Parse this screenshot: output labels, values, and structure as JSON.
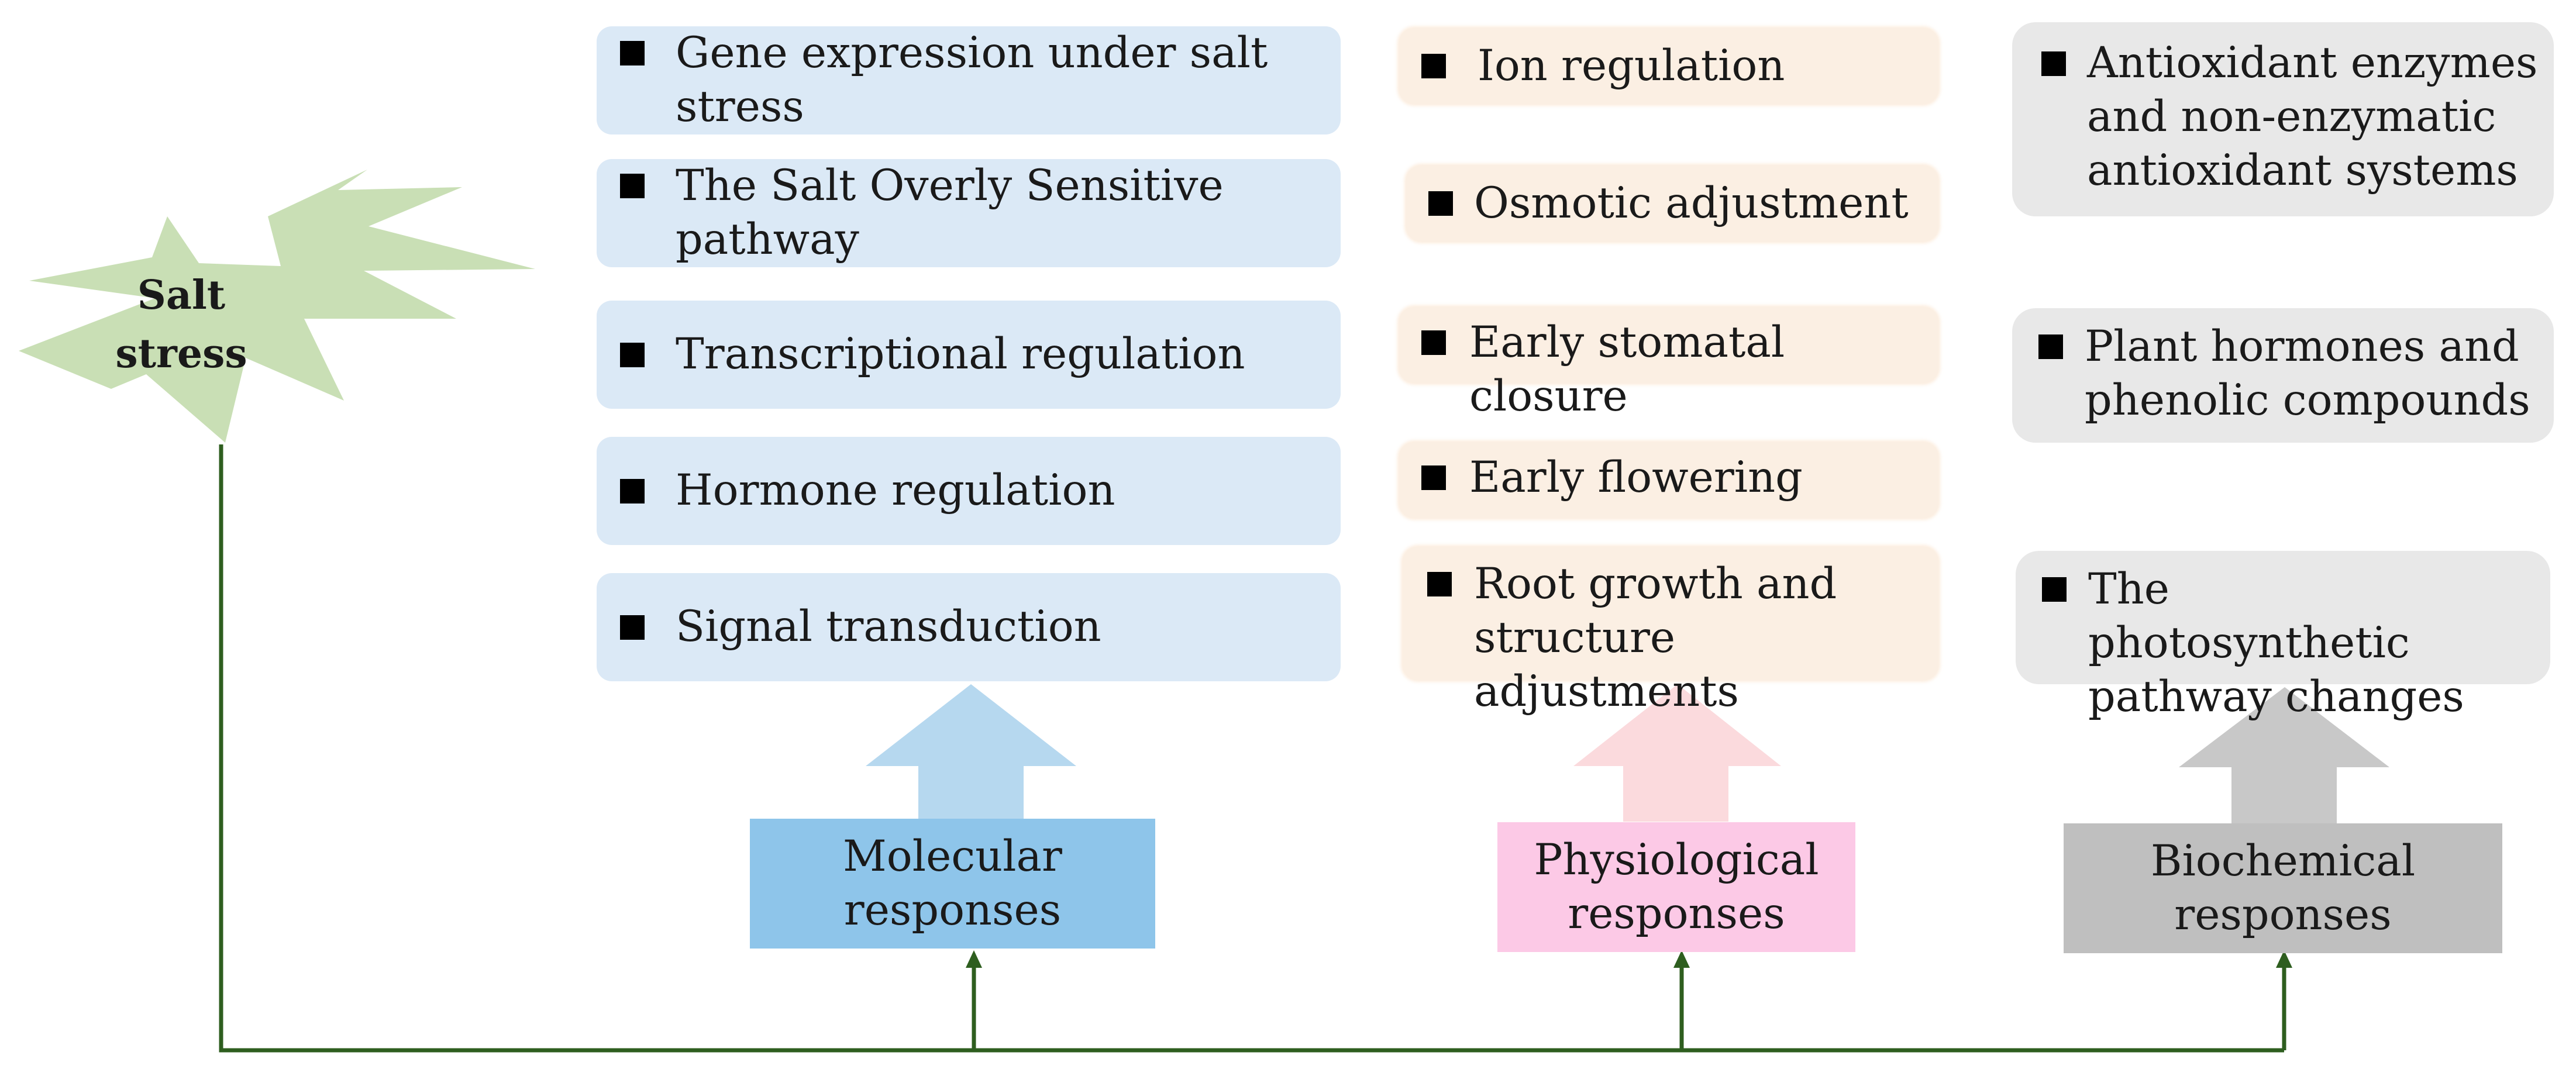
{
  "star": {
    "label": "Salt stress"
  },
  "molecular": {
    "title": "Molecular responses",
    "items": [
      "Gene expression under salt stress",
      "The Salt Overly Sensitive pathway",
      "Transcriptional regulation",
      "Hormone regulation",
      "Signal transduction"
    ]
  },
  "physiological": {
    "title": "Physiological responses",
    "items": [
      "Ion regulation",
      "Osmotic adjustment",
      "Early stomatal closure",
      "Early flowering",
      "Root growth and structure adjustments"
    ]
  },
  "biochemical": {
    "title": "Biochemical responses",
    "items": [
      "Antioxidant enzymes and non-enzymatic antioxidant systems",
      "Plant hormones and phenolic compounds",
      "The photosynthetic pathway changes"
    ]
  },
  "colors": {
    "star": "#c9dfb5",
    "molecular_box": "#8ec5ea",
    "molecular_arrow": "#b6d8ef",
    "physiological_box": "#fcc9e6",
    "physiological_arrow": "#fbdadd",
    "biochemical_box": "#bfbfbf",
    "biochemical_arrow": "#c8c8c8",
    "connector": "#2e5e1f"
  }
}
